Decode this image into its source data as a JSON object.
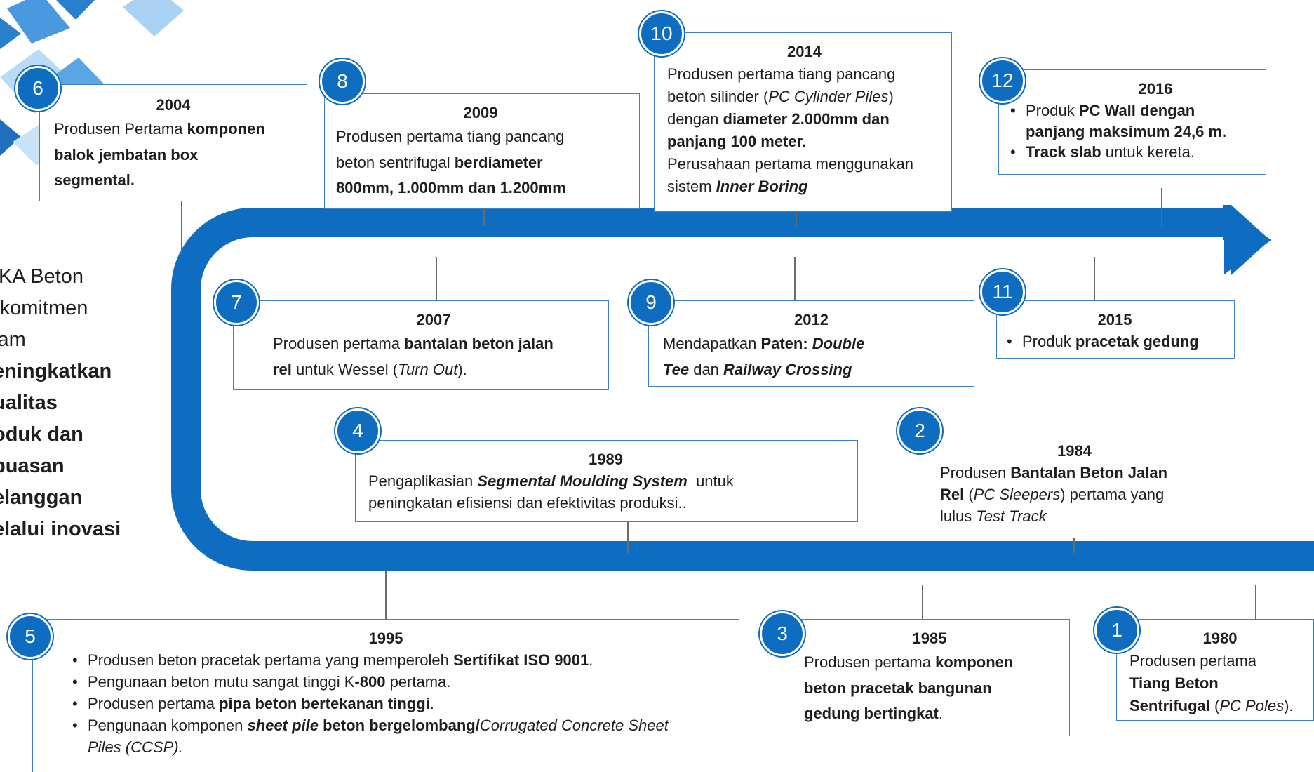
{
  "colors": {
    "accent": "#0e6cc1",
    "box_border": "#3d83c4",
    "connector": "#6b6b6b"
  },
  "commitment": {
    "line1": "IKA Beton",
    "line2": "rkomitmen",
    "line3": "lam",
    "line4": "eningkatkan",
    "line5": "ualitas",
    "line6": "oduk dan",
    "line7": "puasan",
    "line8": "elanggan",
    "line9": "elalui inovasi"
  },
  "milestones": {
    "m1": {
      "num": "1",
      "year": "1980",
      "t1": "Produsen pertama",
      "t2": "Tiang Beton",
      "t3": "Sentrifugal",
      "t4": " (",
      "t5": "PC Poles",
      "t6": ")."
    },
    "m2": {
      "num": "2",
      "year": "1984",
      "t1": "Produsen ",
      "t2": "Bantalan Beton Jalan",
      "t3": "Rel",
      "t4": " (",
      "t5": "PC Sleepers",
      "t6": ") pertama yang",
      "t7": "lulus ",
      "t8": "Test Track"
    },
    "m3": {
      "num": "3",
      "year": "1985",
      "t1": "Produsen pertama ",
      "t2": "komponen",
      "t3": "beton pracetak bangunan",
      "t4": "gedung bertingkat",
      "t5": "."
    },
    "m4": {
      "num": "4",
      "year": "1989",
      "t1": "Pengaplikasian ",
      "t2": "Segmental Moulding System",
      "t3": "  untuk",
      "t4": "peningkatan efisiensi dan efektivitas produksi.."
    },
    "m5": {
      "num": "5",
      "year": "1995",
      "b1a": "Produsen beton pracetak pertama yang memperoleh ",
      "b1b": "Sertifikat ISO 9001",
      "b1c": ".",
      "b2a": "Pengunaan beton mutu sangat tinggi K",
      "b2b": "-800",
      "b2c": " pertama.",
      "b3a": "Produsen pertama ",
      "b3b": "pipa beton bertekanan tinggi",
      "b3c": ".",
      "b4a": "Pengunaan komponen ",
      "b4b": "sheet pile",
      "b4c": " beton bergelombang/",
      "b4d": "Corrugated Concrete Sheet",
      "b4e": "Piles (CCSP)."
    },
    "m6": {
      "num": "6",
      "year": "2004",
      "t1": "Produsen Pertama ",
      "t2": "komponen",
      "t3": "balok jembatan box",
      "t4": "segmental."
    },
    "m7": {
      "num": "7",
      "year": "2007",
      "t1": "Produsen pertama ",
      "t2": "bantalan beton jalan",
      "t3": "rel",
      "t4": " untuk Wessel (",
      "t5": "Turn Out",
      "t6": ")."
    },
    "m8": {
      "num": "8",
      "year": "2009",
      "t1": "Produsen pertama tiang pancang",
      "t2": "beton sentrifugal ",
      "t3": "berdiameter",
      "t4": "800mm, 1.000mm dan 1.200mm"
    },
    "m9": {
      "num": "9",
      "year": "2012",
      "t1": "Mendapatkan ",
      "t2": "Paten: ",
      "t3": "Double",
      "t4": "Tee",
      "t5": " dan ",
      "t6": "Railway Crossing"
    },
    "m10": {
      "num": "10",
      "year": "2014",
      "t1": "Produsen pertama tiang pancang",
      "t2": "beton silinder (",
      "t3": "PC Cylinder Piles",
      "t4": ")",
      "t5": "dengan ",
      "t6": "diameter 2.000mm dan",
      "t7": "panjang 100 meter.",
      "t8": "Perusahaan pertama menggunakan",
      "t9": "sistem ",
      "t10": "Inner Boring"
    },
    "m11": {
      "num": "11",
      "year": "2015",
      "b1a": "Produk ",
      "b1b": "pracetak gedung"
    },
    "m12": {
      "num": "12",
      "year": "2016",
      "b1a": "Produk ",
      "b1b": "PC Wall dengan",
      "b1c": "panjang maksimum 24,6 m.",
      "b2a": "Track slab",
      "b2b": " untuk kereta."
    }
  }
}
